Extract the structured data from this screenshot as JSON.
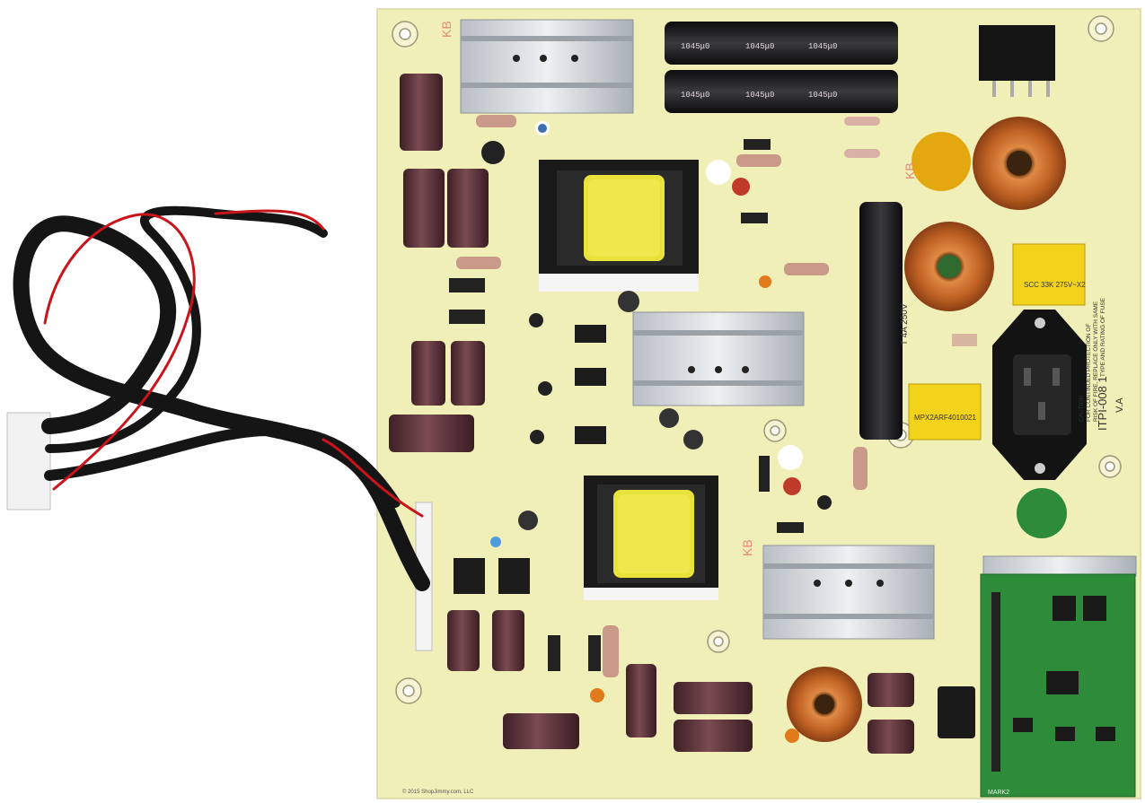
{
  "board": {
    "model_top": "ITPI-008 1",
    "version": "V.A",
    "caution_lines": [
      "CAUTION",
      "FOR CONTINUED PROTECTION OF",
      "RISK OF FIRE, REPLACE ONLY WITH SAME",
      "TYPE AND RATING OF FUSE"
    ],
    "fuse_rating": "T 4A 250V",
    "copyright": "© 2015 ShopJimmy.com, LLC",
    "daughter_board_text": "MARK2",
    "kb_mark": "KB",
    "capacitor_marking": "1045μ0",
    "x2_cap_text": [
      "SCC 33K 275V~X2",
      "MPX2ARF4010021"
    ],
    "colors": {
      "pcb": "#f1efb8",
      "heatsink": "#d9dde2",
      "capacitor": "#5a3036",
      "bulk_cap": "#1d1d1f",
      "transformer_core": "#e8e23a",
      "copper": "#c56a2a",
      "green_pcb": "#2e8b3a",
      "wire_black": "#151515",
      "wire_red": "#c8141a"
    }
  }
}
